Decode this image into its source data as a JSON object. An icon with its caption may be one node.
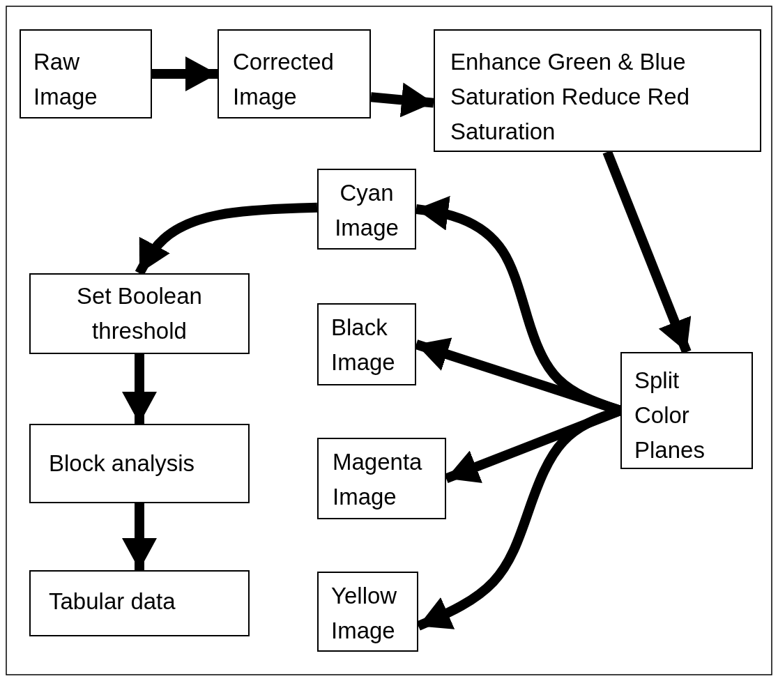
{
  "diagram": {
    "nodes": [
      {
        "text": [
          "Raw Image"
        ]
      },
      {
        "text": [
          "Corrected Image"
        ]
      },
      {
        "text": [
          "Enhance Green & Blue Saturation Reduce Red Saturation"
        ]
      },
      {
        "text": [
          "Cyan Image"
        ]
      },
      {
        "text": [
          "Set Boolean threshold"
        ]
      },
      {
        "text": [
          "Black Image"
        ]
      },
      {
        "text": [
          "Split Color Planes"
        ]
      },
      {
        "text": [
          "Block analysis"
        ]
      },
      {
        "text": [
          "Magenta Image"
        ]
      },
      {
        "text": [
          "Tabular data"
        ]
      },
      {
        "text": [
          "Yellow Image"
        ]
      }
    ],
    "edges": [
      {
        "from": 0,
        "to": 1,
        "arrow": "to"
      },
      {
        "from": 1,
        "to": 2,
        "arrow": "to"
      },
      {
        "from": 2,
        "to": 6,
        "arrow": "to"
      },
      {
        "from": 6,
        "to": 3,
        "arrow": "to"
      },
      {
        "from": 6,
        "to": 5,
        "arrow": "to"
      },
      {
        "from": 6,
        "to": 8,
        "arrow": "to"
      },
      {
        "from": 6,
        "to": 10,
        "arrow": "to"
      },
      {
        "from": 3,
        "to": 4,
        "arrow": "to"
      },
      {
        "from": 4,
        "to": 7,
        "arrow": "to"
      },
      {
        "from": 7,
        "to": 9,
        "arrow": "to"
      }
    ]
  }
}
